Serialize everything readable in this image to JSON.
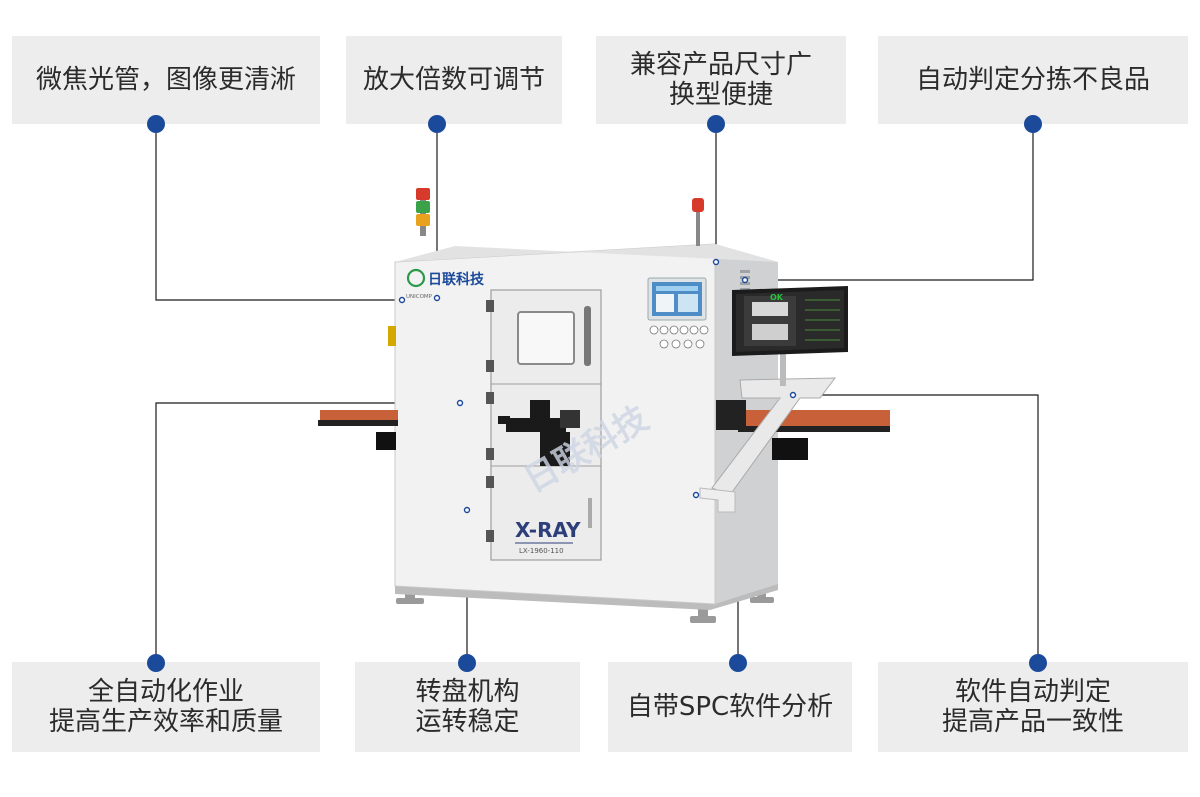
{
  "features_top": [
    {
      "label": "微焦光管，图像更清淅"
    },
    {
      "label": "放大倍数可调节"
    },
    {
      "label": "兼容产品尺寸广\n换型便捷"
    },
    {
      "label": "自动判定分拣不良品"
    }
  ],
  "features_bottom": [
    {
      "label": "全自动化作业\n提高生产效率和质量"
    },
    {
      "label": "转盘机构\n运转稳定"
    },
    {
      "label": "自带SPC软件分析"
    },
    {
      "label": "软件自动判定\n提高产品一致性"
    }
  ],
  "machine": {
    "brand": "日联科技",
    "brand_en": "UNICOMP",
    "model_title": "X-RAY",
    "model_number": "LX-1960-110",
    "screen_badge": "OK",
    "watermark": "日联科技"
  },
  "colors": {
    "accent": "#1c4a9a",
    "box": "#ededed",
    "text": "#2b2b2b"
  }
}
